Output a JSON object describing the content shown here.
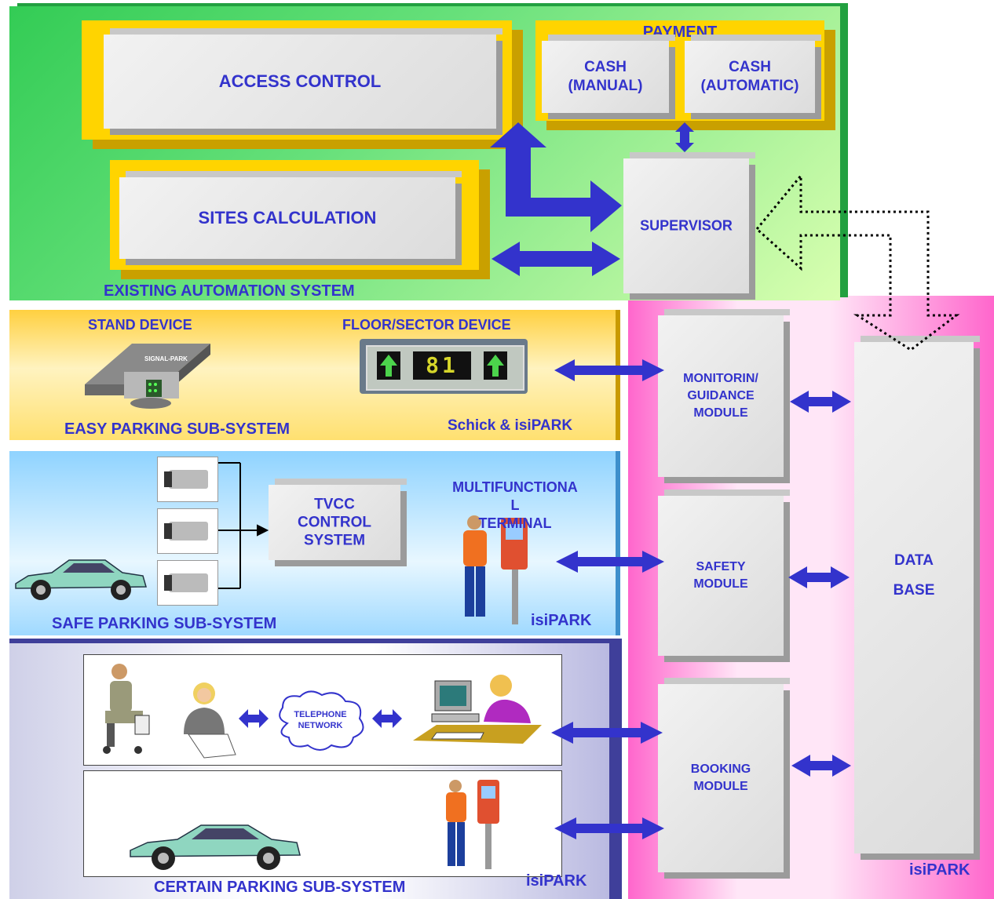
{
  "existing": {
    "title": "EXISTING AUTOMATION SYSTEM",
    "access_control": "ACCESS CONTROL",
    "sites_calculation": "SITES CALCULATION",
    "payment": "PAYMENT",
    "cash_manual": "CASH\n(MANUAL)",
    "cash_automatic": "CASH\n(AUTOMATIC)",
    "supervisor": "SUPERVISOR"
  },
  "easy": {
    "title": "EASY PARKING SUB-SYSTEM",
    "stand_device": "STAND DEVICE",
    "floor_device": "FLOOR/SECTOR DEVICE",
    "vendor": "Schick & isiPARK",
    "device_brand": "SIGNAL-PARK",
    "display_digits": "81"
  },
  "safe": {
    "title": "SAFE PARKING SUB-SYSTEM",
    "tvcc": "TVCC\nCONTROL\nSYSTEM",
    "terminal": "MULTIFUNCTIONA\nL\nTERMINAL",
    "vendor": "isiPARK"
  },
  "certain": {
    "title": "CERTAIN PARKING SUB-SYSTEM",
    "network": "TELEPHONE\nNETWORK",
    "vendor": "isiPARK"
  },
  "isipark": {
    "monitoring": "MONITORIN/\nGUIDANCE\nMODULE",
    "safety": "SAFETY\nMODULE",
    "booking": "BOOKING\nMODULE",
    "database_1": "DATA",
    "database_2": "BASE",
    "vendor": "isiPARK"
  },
  "colors": {
    "label": "#3333cc",
    "arrow": "#3333cc",
    "green": "#33cc55",
    "pink": "#ff66cc",
    "gold": "#ffd400"
  }
}
